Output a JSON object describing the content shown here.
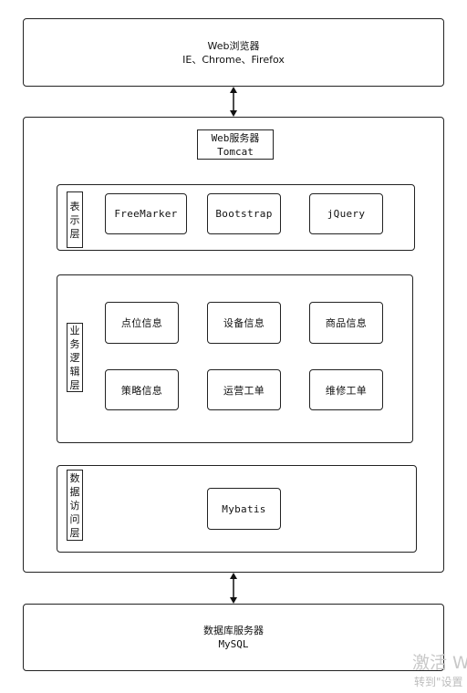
{
  "browser": {
    "title": "Web浏览器",
    "subtitle": "IE、Chrome、Firefox"
  },
  "web_server": {
    "title": "Web服务器",
    "subtitle": "Tomcat"
  },
  "presentation_layer": {
    "label_chars": [
      "表",
      "示",
      "层"
    ],
    "items": [
      "FreeMarker",
      "Bootstrap",
      "jQuery"
    ]
  },
  "business_layer": {
    "label_chars": [
      "业",
      "务",
      "逻",
      "辑",
      "层"
    ],
    "row1": [
      "点位信息",
      "设备信息",
      "商品信息"
    ],
    "row2": [
      "策略信息",
      "运营工单",
      "维修工单"
    ]
  },
  "data_access_layer": {
    "label_chars": [
      "数",
      "据",
      "访",
      "问",
      "层"
    ],
    "items": [
      "Mybatis"
    ]
  },
  "db_server": {
    "title": "数据库服务器",
    "subtitle": "MySQL"
  },
  "watermark": {
    "line1": "激活 W",
    "line2": "转到\"设置"
  }
}
